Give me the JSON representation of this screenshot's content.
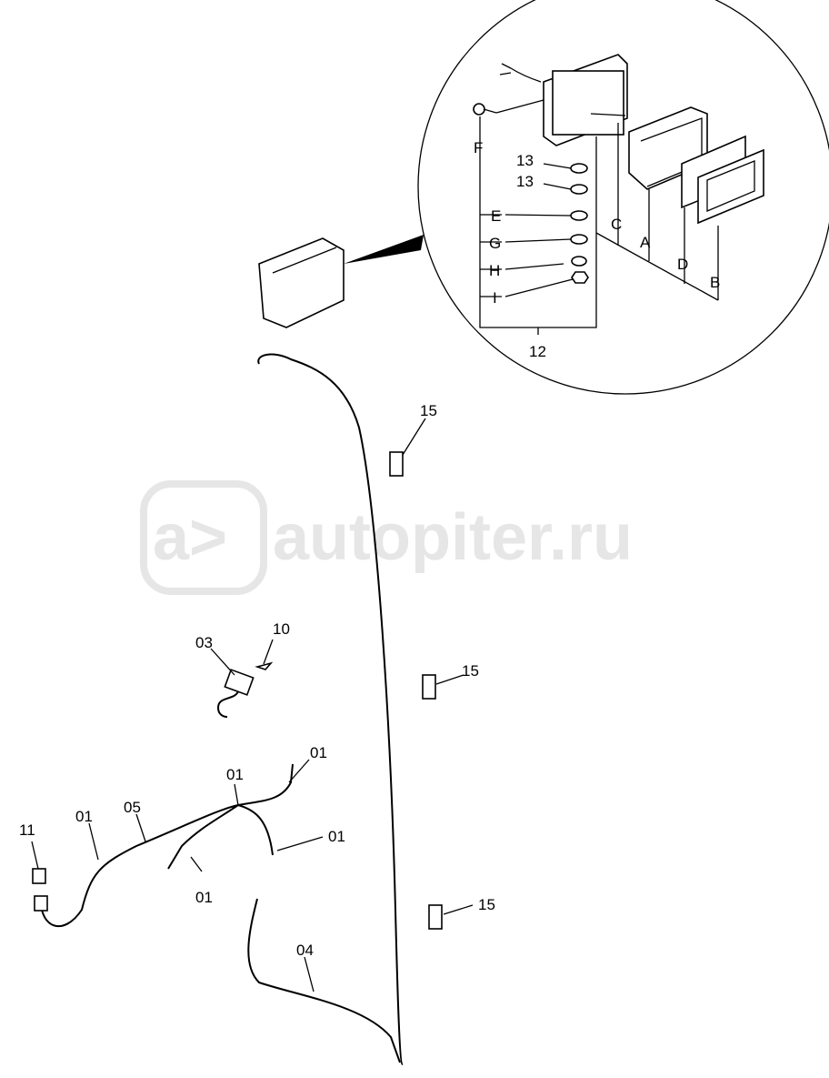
{
  "watermark": {
    "brand": "autopiter.ru",
    "logo_glyph": "a>"
  },
  "callouts": {
    "detail": {
      "F": "F",
      "n13a": "13",
      "n13b": "13",
      "E": "E",
      "G": "G",
      "H": "H",
      "I": "I",
      "n12": "12",
      "C": "C",
      "A": "A",
      "D": "D",
      "B": "B"
    },
    "main": {
      "n15a": "15",
      "n15b": "15",
      "n15c": "15",
      "n03": "03",
      "n10": "10",
      "n01a": "01",
      "n01b": "01",
      "n01c": "01",
      "n01d": "01",
      "n01e": "01",
      "n05": "05",
      "n11": "11",
      "n04": "04"
    }
  }
}
